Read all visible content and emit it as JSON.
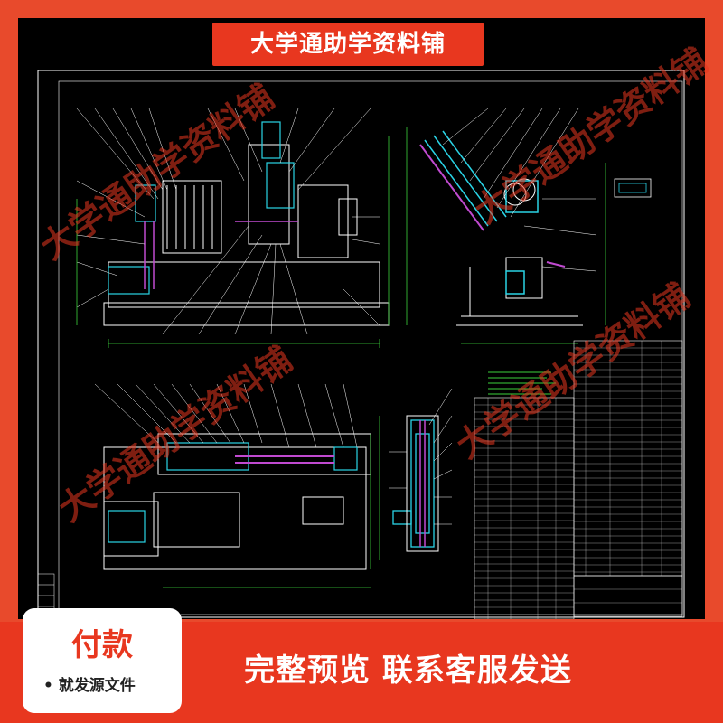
{
  "banner": {
    "text": "大学通助学资料铺"
  },
  "watermark": {
    "text": "大学通助学资料铺"
  },
  "payment": {
    "title": "付款",
    "subtitle": "• 就发源文件"
  },
  "footer": {
    "contact_text": "完整预览  联系客服发送"
  },
  "colors": {
    "accent": "#e8371f",
    "drawing_bg": "#000000",
    "line_white": "#ffffff",
    "line_cyan": "#2ad4e6",
    "line_green": "#3cd23c",
    "line_magenta": "#c04ad0"
  }
}
